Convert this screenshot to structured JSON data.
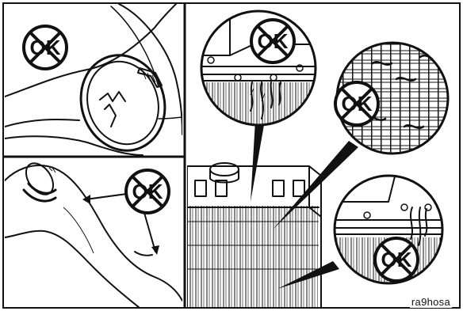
{
  "figure": {
    "code": "ra9hosa",
    "not_ok_text": "OK",
    "colors": {
      "ink": "#111111",
      "paper": "#ffffff"
    },
    "panels": [
      {
        "id": "hose-clamp",
        "icon": "cracked-hose-clamp"
      },
      {
        "id": "hose",
        "icon": "bulging-hose"
      },
      {
        "id": "radiator",
        "icon": "leaking-radiator"
      }
    ]
  }
}
